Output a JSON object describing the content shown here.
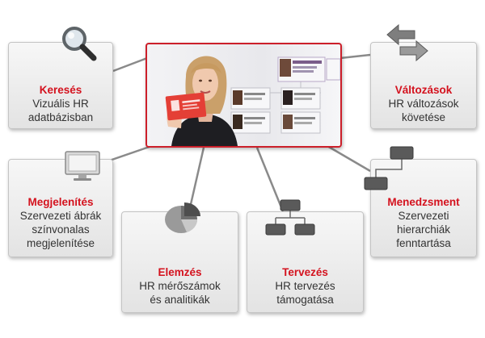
{
  "cards": {
    "kereses": {
      "title": "Keresés",
      "desc": "Vizuális HR\nadatbázisban"
    },
    "megjelenites": {
      "title": "Megjelenítés",
      "desc": "Szervezeti ábrák\nszínvonalas\nmegjelenítése"
    },
    "elemzes": {
      "title": "Elemzés",
      "desc": "HR mérőszámok\nés analitikák"
    },
    "tervezes": {
      "title": "Tervezés",
      "desc": "HR tervezés\ntámogatása"
    },
    "valtozasok": {
      "title": "Változások",
      "desc": "HR változások\nkövetése"
    },
    "menedzsment": {
      "title": "Menedzsment",
      "desc": "Szervezeti\nhierarchiák\nfenntartása"
    }
  },
  "icons": {
    "kereses": "magnifier-icon",
    "megjelenites": "monitor-icon",
    "elemzes": "pie-chart-icon",
    "tervezes": "hierarchy-icon",
    "valtozasok": "arrows-icon",
    "menedzsment": "hierarchy-icon"
  },
  "colors": {
    "accent": "#d4121e",
    "text": "#333333",
    "card": "#ececec"
  }
}
